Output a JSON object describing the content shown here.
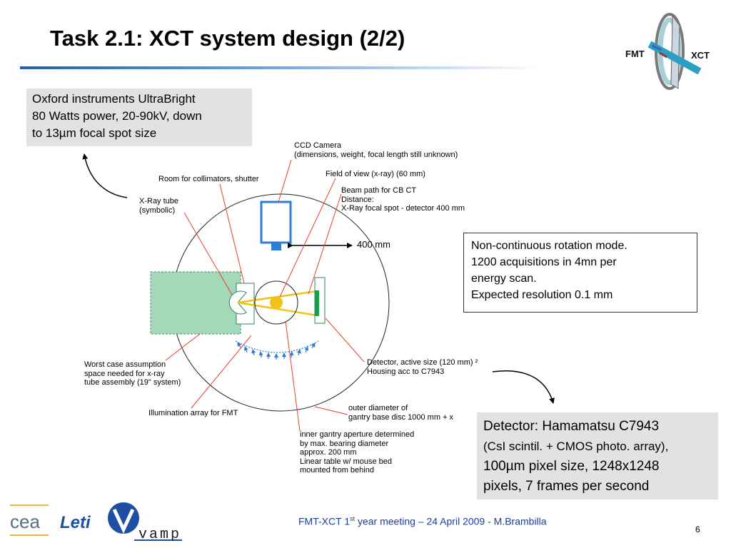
{
  "slide": {
    "title": "Task 2.1: XCT system design (2/2)",
    "page_number": "6"
  },
  "header_logo": {
    "left_text": "FMT",
    "right_text": "XCT"
  },
  "info_boxes": {
    "source": {
      "line1": "Oxford instruments UltraBright",
      "line2": "80 Watts power, 20-90kV, down",
      "line3": "to 13µm focal spot size"
    },
    "rotation": {
      "line1": "Non-continuous rotation mode.",
      "line2": "1200 acquisitions in 4mn per",
      "line3": "energy scan.",
      "line4": "Expected resolution 0.1 mm"
    },
    "detector": {
      "line1": "Detector: Hamamatsu C7943",
      "line2": "(CsI scintil. + CMOS photo. array),",
      "line3": "100µm pixel size, 1248x1248",
      "line4": "pixels, 7 frames per second"
    }
  },
  "diagram_labels": {
    "ccd_camera": {
      "line1": "CCD Camera",
      "line2": "(dimensions, weight, focal length still unknown)"
    },
    "collimators": "Room for collimators, shutter",
    "field_of_view": "Field of view (x-ray) (60 mm)",
    "beam_path": {
      "line1": "Beam path for CB CT",
      "line2": "Distance:",
      "line3": "X-Ray focal spot - detector 400 mm"
    },
    "xray_tube": {
      "line1": "X-Ray tube",
      "line2": "(symbolic)"
    },
    "distance": "400 mm",
    "worst_case": {
      "line1": "Worst case assumption",
      "line2": "space needed for x-ray",
      "line3": "tube assembly (19\" system)"
    },
    "illumination": "Illumination array for FMT",
    "detector_size": {
      "line1": "Detector, active size (120 mm) ²",
      "line2": "Housing acc to C7943"
    },
    "outer_diameter": {
      "line1": "outer diameter of",
      "line2": "gantry base disc 1000 mm + x"
    },
    "inner_gantry": {
      "line1": "inner gantry aperture determined",
      "line2": "by max. bearing diameter",
      "line3": "approx. 200 mm",
      "line4": "Linear table w/ mouse bed",
      "line5": "mounted from behind"
    }
  },
  "footer": {
    "text_pre": "FMT-XCT 1",
    "text_sup": "st",
    "text_post": " year meeting – 24 April 2009 - M.Brambilla",
    "logo_cea": "cea",
    "logo_leti": "Leti",
    "logo_vamp": "vamp"
  },
  "colors": {
    "title_rule": "#1f5fb4",
    "box_gray": "#e2e2e2",
    "footer_text": "#1e3d9a",
    "pointer_lines": "#e5412d",
    "tube_space": "#a3d8b8",
    "camera": "#2b7fd4",
    "beam": "#f3c21a",
    "detector": "#16a04a",
    "illumination": "#2a7ad6"
  }
}
